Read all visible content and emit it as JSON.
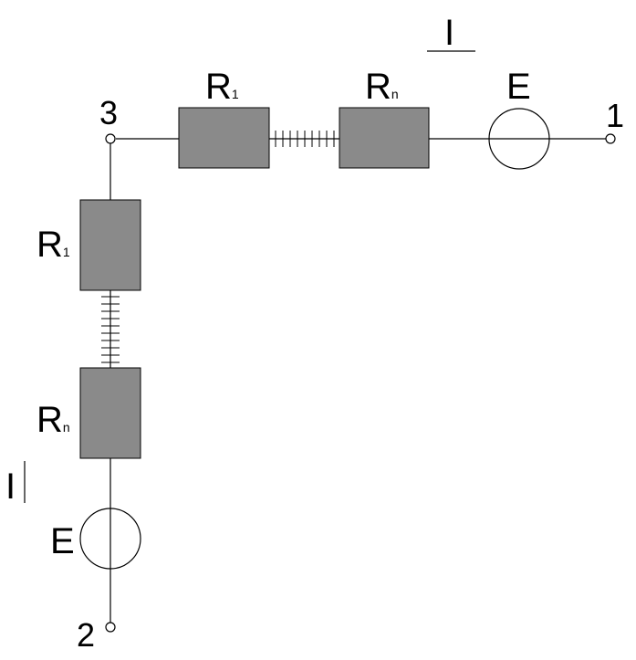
{
  "colors": {
    "resistor_fill": "#8a8a8a",
    "wire": "#000000",
    "background": "#ffffff"
  },
  "nodes": {
    "n1": "1",
    "n2": "2",
    "n3": "3"
  },
  "horizontal_branch": {
    "current": "I",
    "r_first": {
      "main": "R",
      "sub": "1"
    },
    "r_last": {
      "main": "R",
      "sub": "n"
    },
    "source": "E"
  },
  "vertical_branch": {
    "current": "I",
    "r_first": {
      "main": "R",
      "sub": "1"
    },
    "r_last": {
      "main": "R",
      "sub": "n"
    },
    "source": "E"
  }
}
